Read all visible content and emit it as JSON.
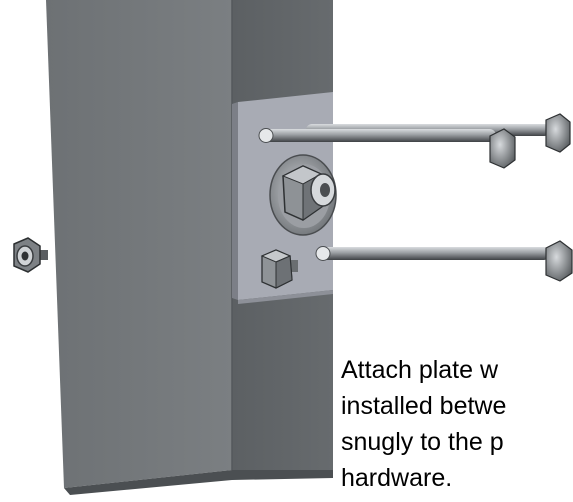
{
  "caption": {
    "lines": [
      "Attach plate w",
      "installed betwe",
      "snugly to the p",
      "hardware."
    ]
  },
  "colors": {
    "post_front": "#6e7275",
    "post_side": "#5e6265",
    "post_top": "#8a8e91",
    "plate": "#a9acb5",
    "plate_edge": "#7f828a",
    "bolt": "#8c9094",
    "bolt_dark": "#3b3e41",
    "text": "#000000"
  }
}
